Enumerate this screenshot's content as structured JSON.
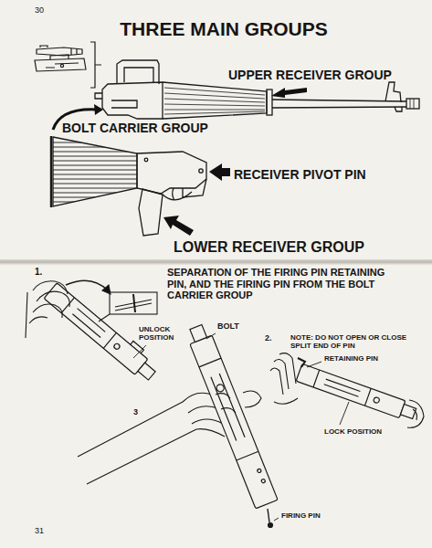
{
  "diagram": {
    "title": "THREE MAIN GROUPS",
    "labels": [
      "30",
      "UPPER RECEIVER GROUP",
      "BOLT CARRIER GROUP",
      "RECEIVER PIVOT PIN",
      "LOWER RECEIVER GROUP",
      "1.",
      "SEPARATION OF THE FIRING PIN RETAINING PIN, AND THE FIRING PIN FROM THE BOLT CARRIER GROUP",
      "UNLOCK POSITION",
      "BOLT",
      "2.",
      "NOTE: DO NOT OPEN OR CLOSE SPLIT END OF PIN",
      "RETAINING PIN",
      "3",
      "LOCK POSITION",
      "FIRING PIN",
      "31"
    ]
  }
}
